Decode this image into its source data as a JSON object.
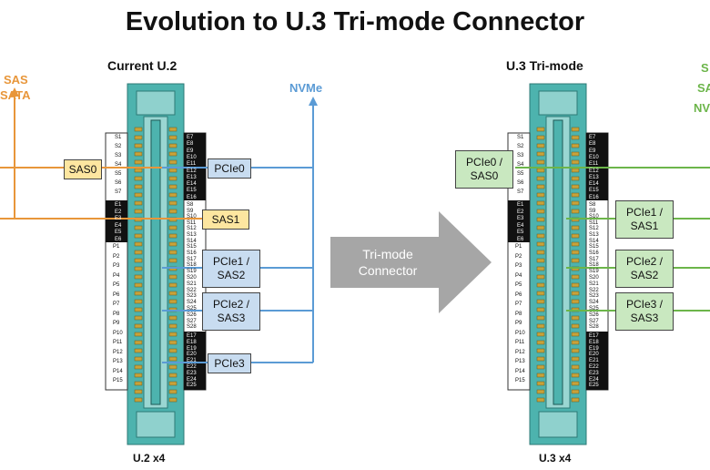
{
  "title": "Evolution to U.3 Tri-mode Connector",
  "left": {
    "heading": "Current U.2",
    "footer": "U.2 x4",
    "sas_sata_label": [
      "SAS",
      "SATA"
    ],
    "nvme_label": "NVMe",
    "boxes": {
      "sas0": "SAS0",
      "sas1": "SAS1",
      "pcie0": "PCIe0",
      "pcie1": "PCIe1 /\nSAS2",
      "pcie2": "PCIe2 /\nSAS3",
      "pcie3": "PCIe3"
    }
  },
  "middle": {
    "arrow_label": [
      "Tri-mode",
      "Connector"
    ]
  },
  "right": {
    "heading": "U.3 Tri-mode",
    "footer": "U.3 x4",
    "side_label": [
      "S",
      "SA",
      "NV"
    ],
    "boxes": {
      "pcie0": "PCIe0 /\nSAS0",
      "pcie1": "PCIe1 /\nSAS1",
      "pcie2": "PCIe2 /\nSAS2",
      "pcie3": "PCIe3 /\nSAS3"
    }
  },
  "pins": {
    "s_top": [
      "S1",
      "S2",
      "S3",
      "S4",
      "S5",
      "S6",
      "S7"
    ],
    "e_mid": [
      "E1",
      "E2",
      "E3",
      "E4",
      "E5",
      "E6"
    ],
    "p_col": [
      "P1",
      "P2",
      "P3",
      "P4",
      "P5",
      "P6",
      "P7",
      "P8",
      "P9",
      "P10",
      "P11",
      "P12",
      "P13",
      "P14",
      "P15"
    ],
    "e_top": [
      "E7",
      "E8",
      "E9",
      "E10",
      "E11",
      "E12",
      "E13",
      "E14",
      "E15",
      "E16"
    ],
    "s_mid": [
      "S8",
      "S9",
      "S10",
      "S11",
      "S12",
      "S13",
      "S14"
    ],
    "s_low": [
      "S15",
      "S16",
      "S17",
      "S18",
      "S19",
      "S20",
      "S21",
      "S22",
      "S23",
      "S24",
      "S25",
      "S26",
      "S27",
      "S28"
    ],
    "e_bot": [
      "E17",
      "E18",
      "E19",
      "E20",
      "E21",
      "E22",
      "E23",
      "E24",
      "E25"
    ]
  },
  "colors": {
    "sas": "#e8963a",
    "nvme": "#5b9bd5",
    "tri": "#6cb54a",
    "connector": "#4db3ae",
    "arrow": "#a6a6a6"
  }
}
